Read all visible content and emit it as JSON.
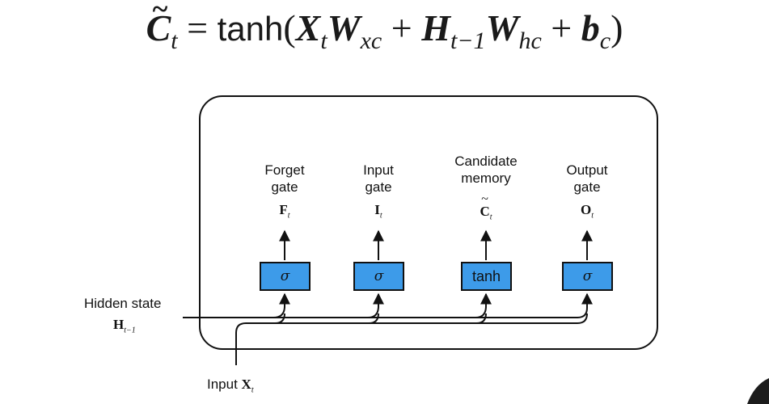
{
  "formula": {
    "lhs": "C",
    "lhs_tilde": "~",
    "lhs_sub": "t",
    "eq": " = ",
    "func": "tanh",
    "open": "(",
    "x": "X",
    "x_sub": "t",
    "w1": "W",
    "w1_sub": "xc",
    "plus1": " + ",
    "h": "H",
    "h_sub": "t−1",
    "w2": "W",
    "w2_sub": "hc",
    "plus2": " + ",
    "b": "b",
    "b_sub": "c",
    "close": ")"
  },
  "gates": [
    {
      "label_line1": "Forget",
      "label_line2": "gate",
      "symbol": "F",
      "symbol_sub": "t",
      "op": "σ",
      "color": "#3d9be9"
    },
    {
      "label_line1": "Input",
      "label_line2": "gate",
      "symbol": "I",
      "symbol_sub": "t",
      "op": "σ",
      "color": "#3d9be9"
    },
    {
      "label_line1": "Candidate",
      "label_line2": "memory",
      "symbol": "C",
      "symbol_tilde": "~",
      "symbol_sub": "t",
      "op": "tanh",
      "color": "#3d9be9"
    },
    {
      "label_line1": "Output",
      "label_line2": "gate",
      "symbol": "O",
      "symbol_sub": "t",
      "op": "σ",
      "color": "#3d9be9"
    }
  ],
  "hidden": {
    "label": "Hidden state",
    "symbol": "H",
    "symbol_sub": "t−1"
  },
  "input": {
    "label": "Input",
    "symbol": "X",
    "symbol_sub": "t"
  }
}
